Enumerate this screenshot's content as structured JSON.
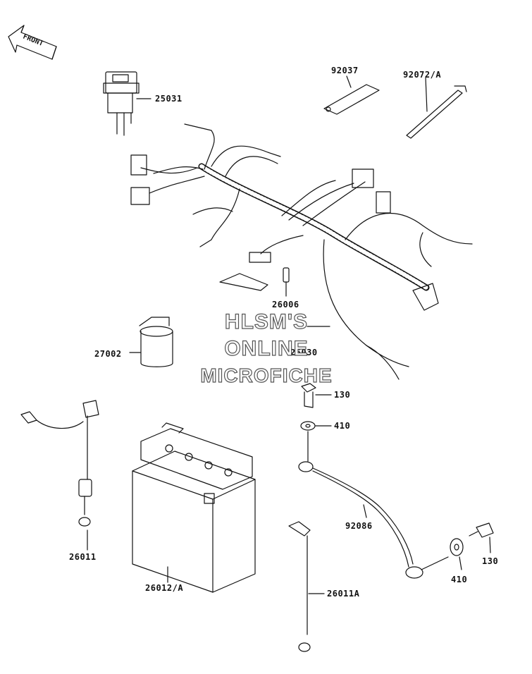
{
  "front_label": "FRONT",
  "parts": {
    "p25031": "25031",
    "p92037": "92037",
    "p92072a": "92072/A",
    "p26006": "26006",
    "p26030": "26030",
    "p27002": "27002",
    "p130_top": "130",
    "p410_top": "410",
    "p92086": "92086",
    "p26011": "26011",
    "p26012a": "26012/A",
    "p26011a": "26011A",
    "p410_bottom": "410",
    "p130_bottom": "130"
  },
  "watermark": {
    "line1": "HLSM'S",
    "line2": "ONLINE",
    "line3": "MICROFICHE"
  }
}
